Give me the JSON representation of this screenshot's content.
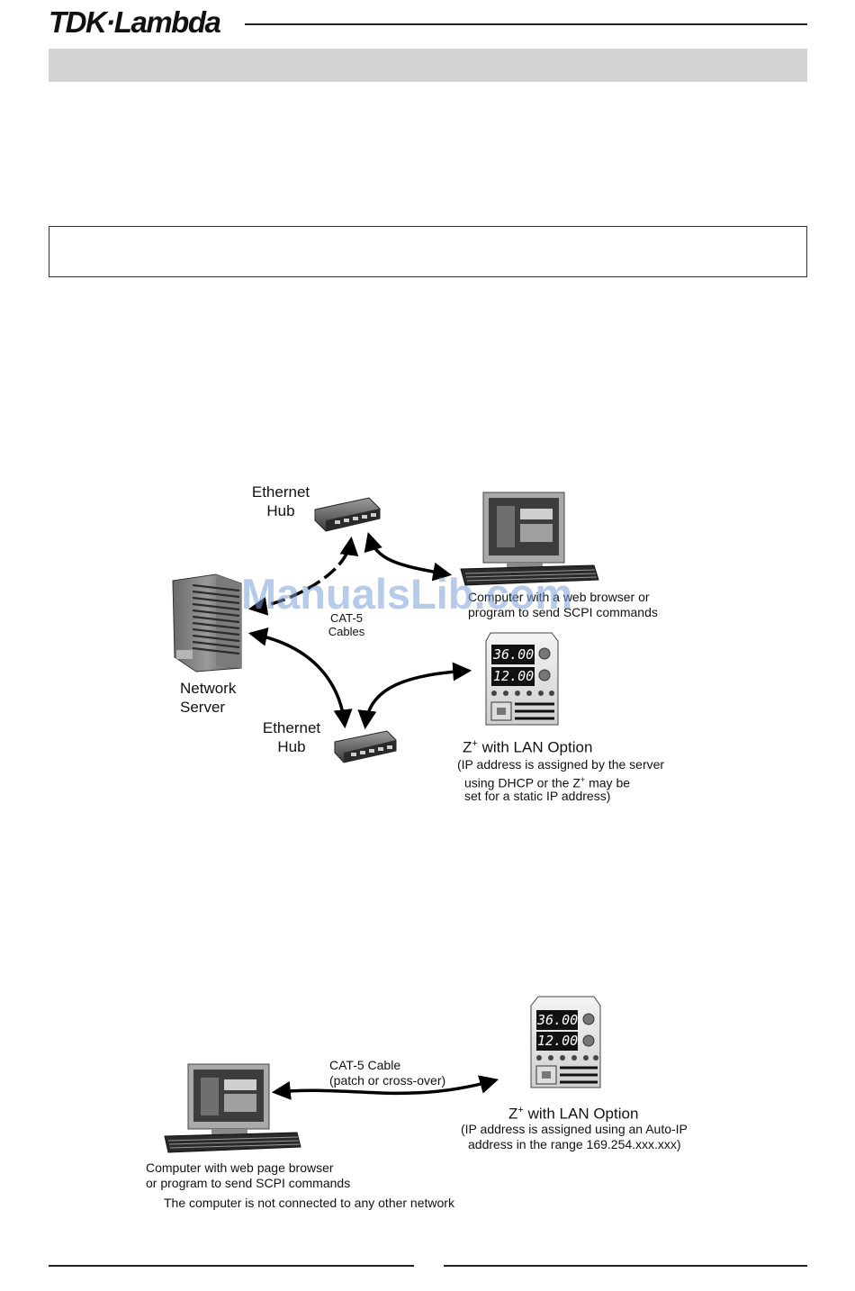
{
  "header": {
    "logo": "TDK·Lambda"
  },
  "diagram1": {
    "hub_top": "Ethernet\nHub",
    "hub_bottom": "Ethernet\nHub",
    "server": "Network\nServer",
    "cables": "CAT-5\nCables",
    "computer_line1": "Computer with a web browser or",
    "computer_line2": "program to send SCPI commands",
    "zplus_base": "Z",
    "zplus_sup": "+",
    "zplus_suffix": " with LAN Option",
    "ip_line1": "(IP address is assigned by the server",
    "ip_line2_a": "using DHCP or the Z",
    "ip_line2_sup": "+",
    "ip_line2_b": " may be",
    "ip_line3": "set for a static IP address)",
    "display_voltage": "36.00",
    "display_current": "12.00"
  },
  "diagram2": {
    "cable_line1": "CAT-5 Cable",
    "cable_line2": "(patch or cross-over)",
    "zplus_base": "Z",
    "zplus_sup": "+",
    "zplus_suffix": " with LAN Option",
    "ip_line1": "(IP address is assigned using an  Auto-IP",
    "ip_line2": "address in the range  169.254.xxx.xxx)",
    "computer_line1": "Computer with web page browser",
    "computer_line2": "or program to send SCPI commands",
    "note": "The computer is not connected to any other network",
    "display_voltage": "36.00",
    "display_current": "12.00"
  },
  "watermark": "ManualsLib.com"
}
